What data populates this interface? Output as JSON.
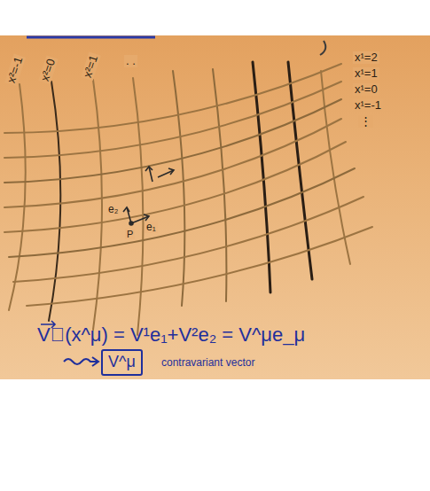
{
  "diagram": {
    "nodes": [
      {
        "text": [
          "V^μ"
        ]
      }
    ],
    "labels": [
      "x²=-1",
      "x²=0",
      "x²=1",
      ". .",
      "x¹=2",
      "x¹=1",
      "x¹=0",
      "x¹=-1",
      "⋮",
      "e₂",
      "e₁",
      "P",
      "V⃗(x^μ) = V¹e₁+V²e₂ = V^μe_μ",
      "contravariant vector"
    ]
  }
}
